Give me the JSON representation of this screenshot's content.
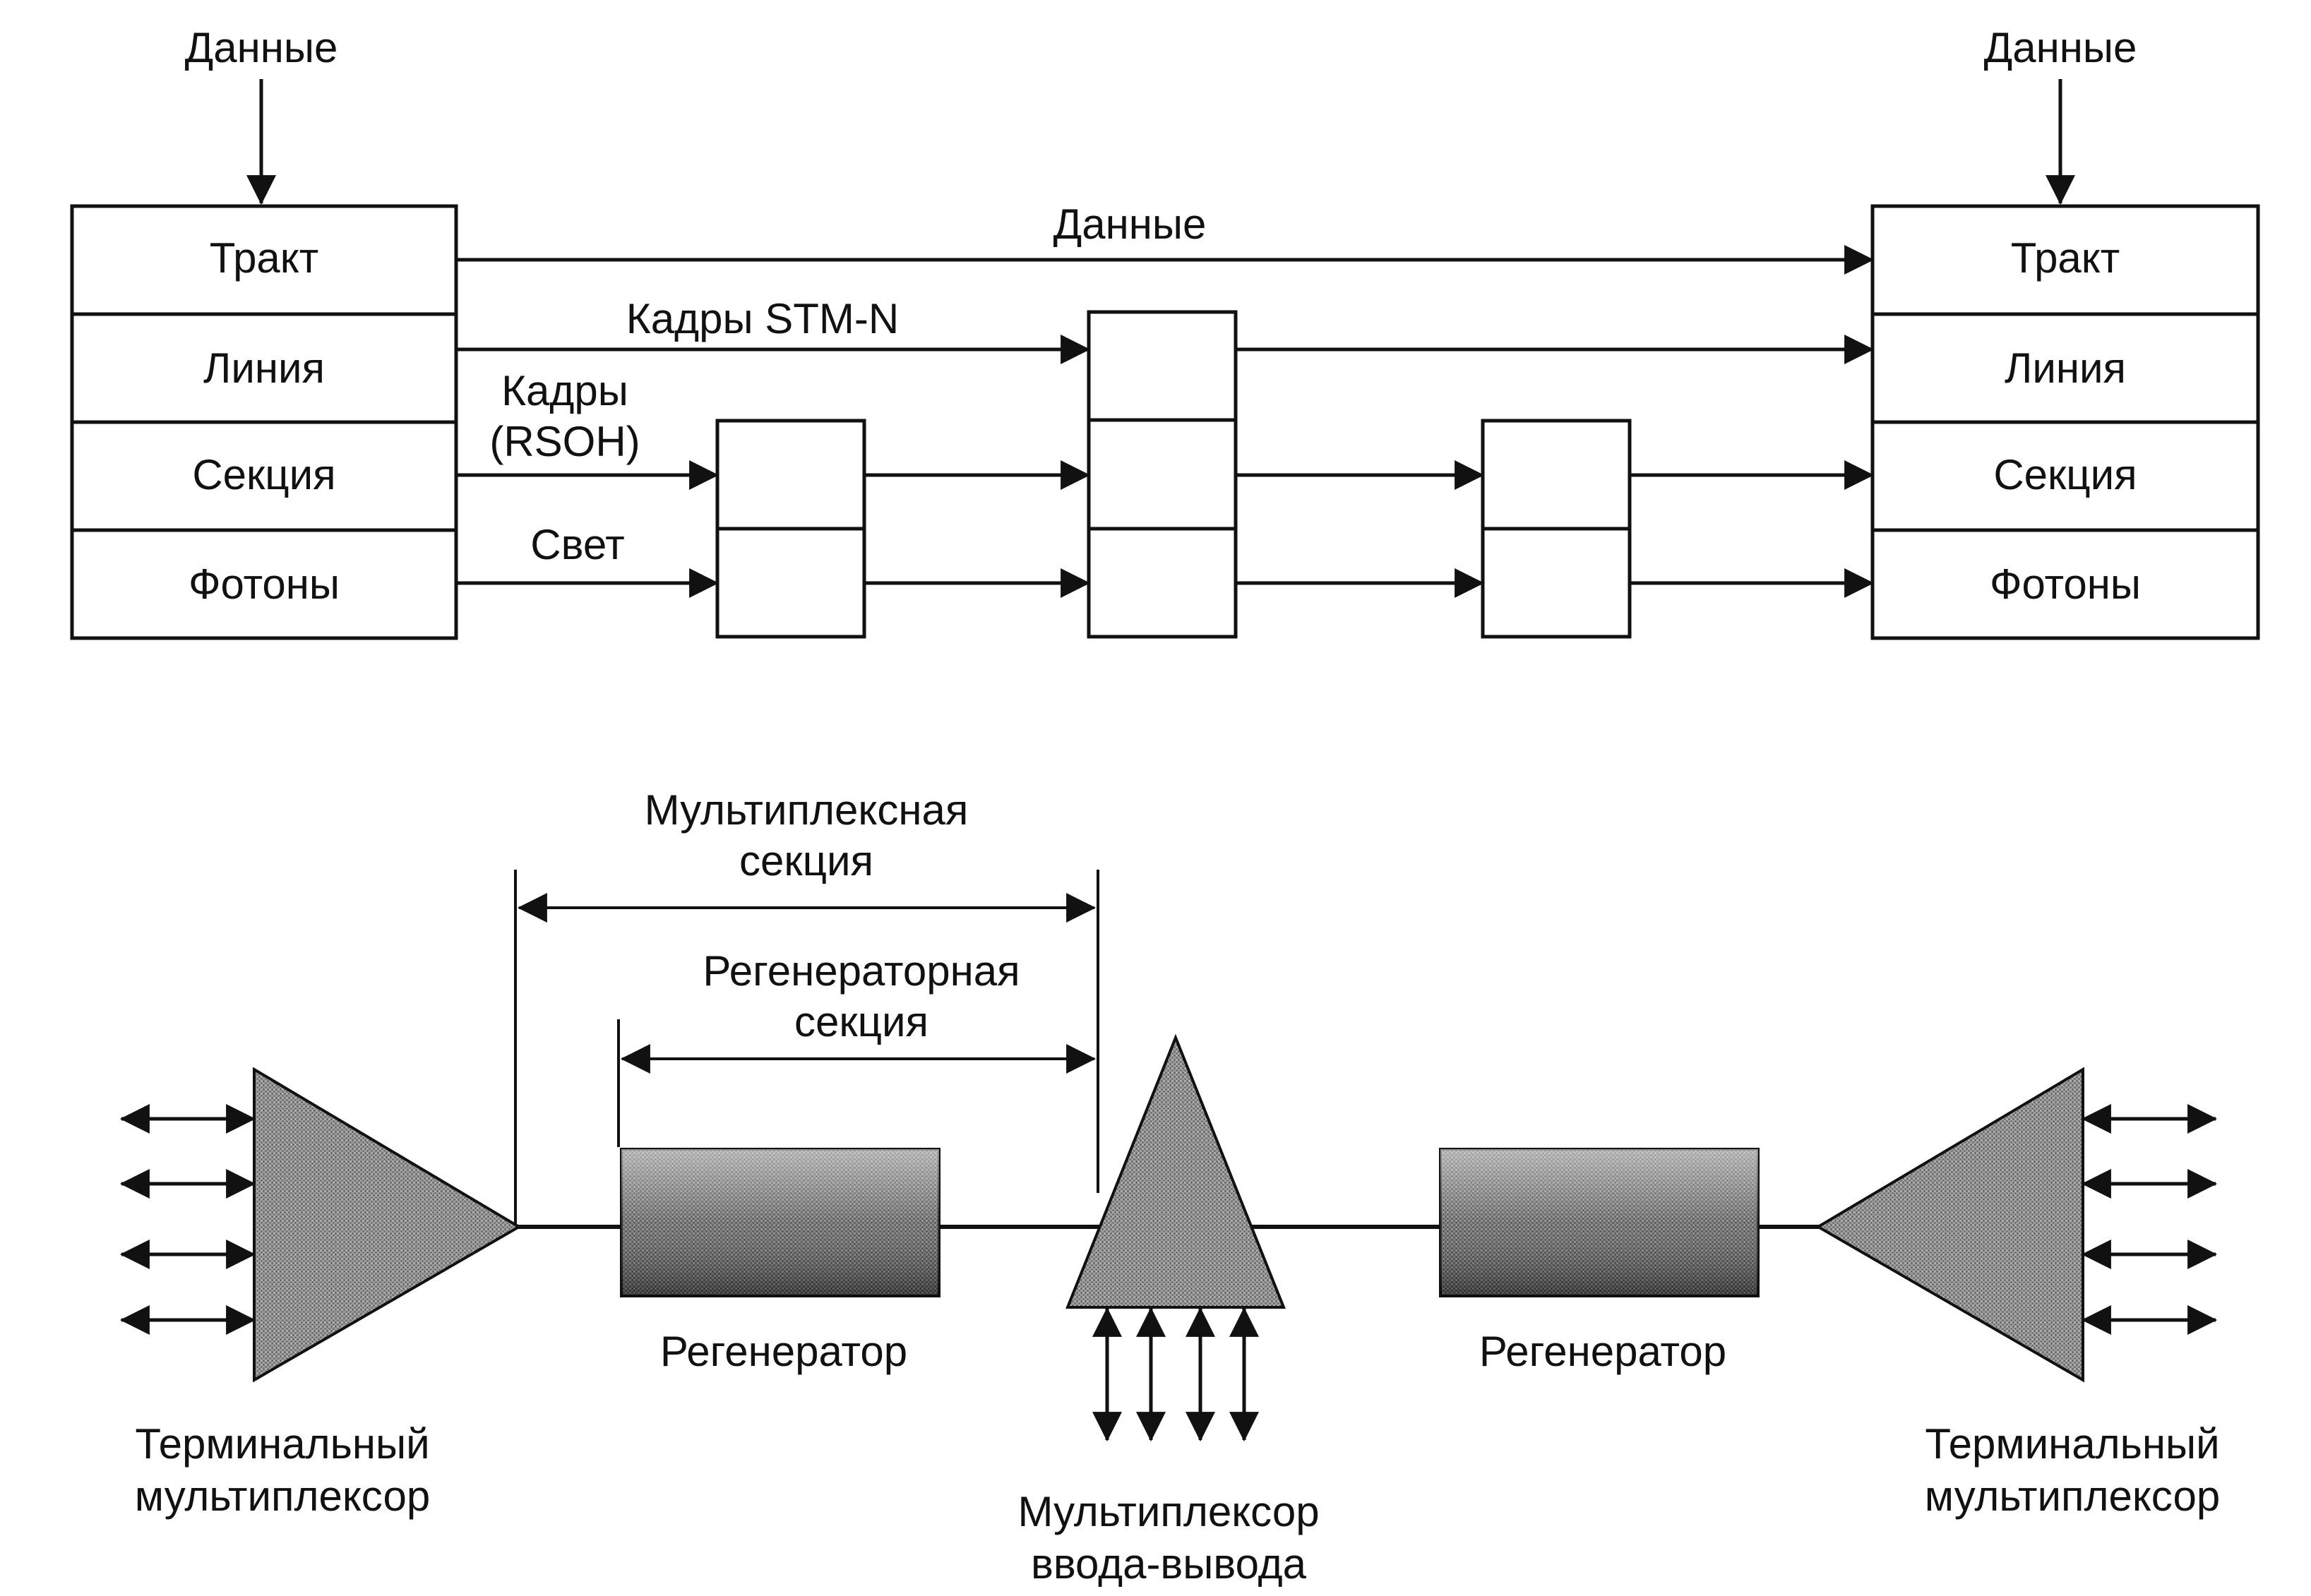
{
  "top": {
    "data_in_left": "Данные",
    "data_in_right": "Данные",
    "left_stack": [
      "Тракт",
      "Линия",
      "Секция",
      "Фотоны"
    ],
    "right_stack": [
      "Тракт",
      "Линия",
      "Секция",
      "Фотоны"
    ],
    "flow_data": "Данные",
    "flow_frames": "Кадры STM-N",
    "flow_rsoh_line1": "Кадры",
    "flow_rsoh_line2": "(RSOH)",
    "flow_light": "Свет"
  },
  "bottom": {
    "mux_section_line1": "Мультиплексная",
    "mux_section_line2": "секция",
    "regen_section_line1": "Регенераторная",
    "regen_section_line2": "секция",
    "regenerator_left": "Регенератор",
    "regenerator_right": "Регенератор",
    "terminal_left_line1": "Терминальный",
    "terminal_left_line2": "мультиплексор",
    "terminal_right_line1": "Терминальный",
    "terminal_right_line2": "мультиплексор",
    "adm_line1": "Мультиплексор",
    "adm_line2": "ввода-вывода"
  }
}
